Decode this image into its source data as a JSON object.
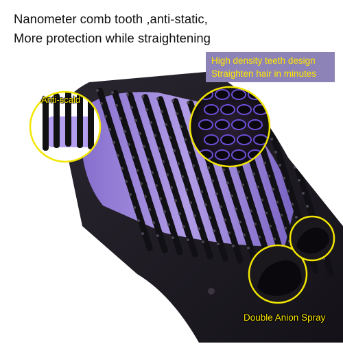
{
  "headline": {
    "line1": "Nanometer comb tooth ,anti-static,",
    "line2": "More protection while straightening"
  },
  "callouts": {
    "teeth_line1": "High density teeth design",
    "teeth_line2": "Straighten hair in minutes",
    "anti_scald": "Anti-scald",
    "anion_spray": "Double Anion Spray"
  },
  "colors": {
    "body": "#1d1a20",
    "accent_purple": "#a98de8",
    "label_yellow": "#ffe800",
    "callout_bg": "#8e83b6",
    "ring": "#f2e600"
  }
}
